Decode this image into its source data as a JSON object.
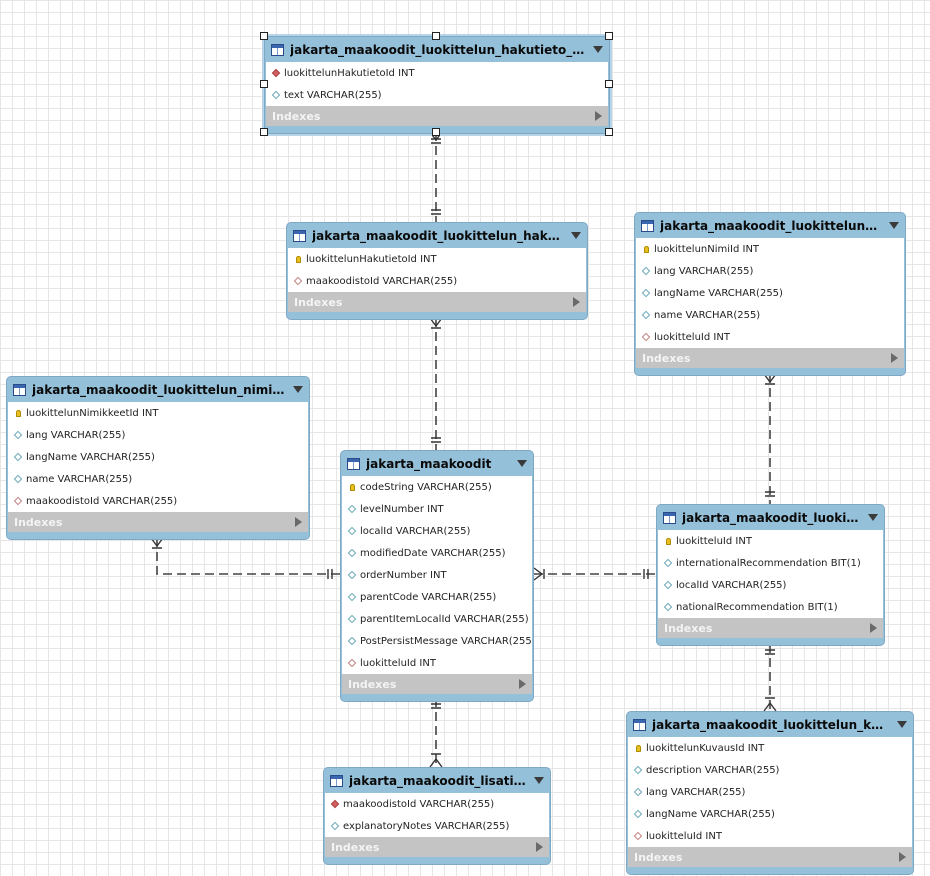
{
  "tables": [
    {
      "id": "t_hakutieto_teksti",
      "title": "jakarta_maakoodit_luokittelun_hakutieto_teksti",
      "columns": [
        {
          "icon": "pkfk",
          "text": "luokittelunHakutietoId INT"
        },
        {
          "icon": "dia",
          "text": "text VARCHAR(255)"
        }
      ],
      "indexes": "Indexes"
    },
    {
      "id": "t_hakutieto",
      "title": "jakarta_maakoodit_luokittelun_hakutieto",
      "columns": [
        {
          "icon": "key",
          "text": "luokittelunHakutietoId INT"
        },
        {
          "icon": "fk",
          "text": "maakoodistoId VARCHAR(255)"
        }
      ],
      "indexes": "Indexes"
    },
    {
      "id": "t_nimi",
      "title": "jakarta_maakoodit_luokittelun_nimi",
      "columns": [
        {
          "icon": "key",
          "text": "luokittelunNimiId INT"
        },
        {
          "icon": "dia",
          "text": "lang VARCHAR(255)"
        },
        {
          "icon": "dia",
          "text": "langName VARCHAR(255)"
        },
        {
          "icon": "dia",
          "text": "name VARCHAR(255)"
        },
        {
          "icon": "fk",
          "text": "luokitteluId INT"
        }
      ],
      "indexes": "Indexes"
    },
    {
      "id": "t_nimikkeet",
      "title": "jakarta_maakoodit_luokittelun_nimikke...",
      "columns": [
        {
          "icon": "key",
          "text": "luokittelunNimikkeetId INT"
        },
        {
          "icon": "dia",
          "text": "lang VARCHAR(255)"
        },
        {
          "icon": "dia",
          "text": "langName VARCHAR(255)"
        },
        {
          "icon": "dia",
          "text": "name VARCHAR(255)"
        },
        {
          "icon": "fk",
          "text": "maakoodistoId VARCHAR(255)"
        }
      ],
      "indexes": "Indexes"
    },
    {
      "id": "t_maakoodit",
      "title": "jakarta_maakoodit",
      "columns": [
        {
          "icon": "key",
          "text": "codeString VARCHAR(255)"
        },
        {
          "icon": "dia",
          "text": "levelNumber INT"
        },
        {
          "icon": "dia",
          "text": "localId VARCHAR(255)"
        },
        {
          "icon": "dia",
          "text": "modifiedDate VARCHAR(255)"
        },
        {
          "icon": "dia",
          "text": "orderNumber INT"
        },
        {
          "icon": "dia",
          "text": "parentCode VARCHAR(255)"
        },
        {
          "icon": "dia",
          "text": "parentItemLocalId VARCHAR(255)"
        },
        {
          "icon": "dia",
          "text": "PostPersistMessage VARCHAR(255)"
        },
        {
          "icon": "fk",
          "text": "luokitteluId INT"
        }
      ],
      "indexes": "Indexes"
    },
    {
      "id": "t_luokittelu",
      "title": "jakarta_maakoodit_luokittelu",
      "columns": [
        {
          "icon": "key",
          "text": "luokitteluId INT"
        },
        {
          "icon": "dia",
          "text": "internationalRecommendation BIT(1)"
        },
        {
          "icon": "dia",
          "text": "localId VARCHAR(255)"
        },
        {
          "icon": "dia",
          "text": "nationalRecommendation BIT(1)"
        }
      ],
      "indexes": "Indexes"
    },
    {
      "id": "t_kuvaus",
      "title": "jakarta_maakoodit_luokittelun_kuva...",
      "columns": [
        {
          "icon": "key",
          "text": "luokittelunKuvausId INT"
        },
        {
          "icon": "dia",
          "text": "description VARCHAR(255)"
        },
        {
          "icon": "dia",
          "text": "lang VARCHAR(255)"
        },
        {
          "icon": "dia",
          "text": "langName VARCHAR(255)"
        },
        {
          "icon": "fk",
          "text": "luokitteluId INT"
        }
      ],
      "indexes": "Indexes"
    },
    {
      "id": "t_lisatiedot",
      "title": "jakarta_maakoodit_lisatied...",
      "columns": [
        {
          "icon": "pkfk",
          "text": "maakoodistoId VARCHAR(255)"
        },
        {
          "icon": "dia",
          "text": "explanatoryNotes VARCHAR(255)"
        }
      ],
      "indexes": "Indexes"
    }
  ]
}
